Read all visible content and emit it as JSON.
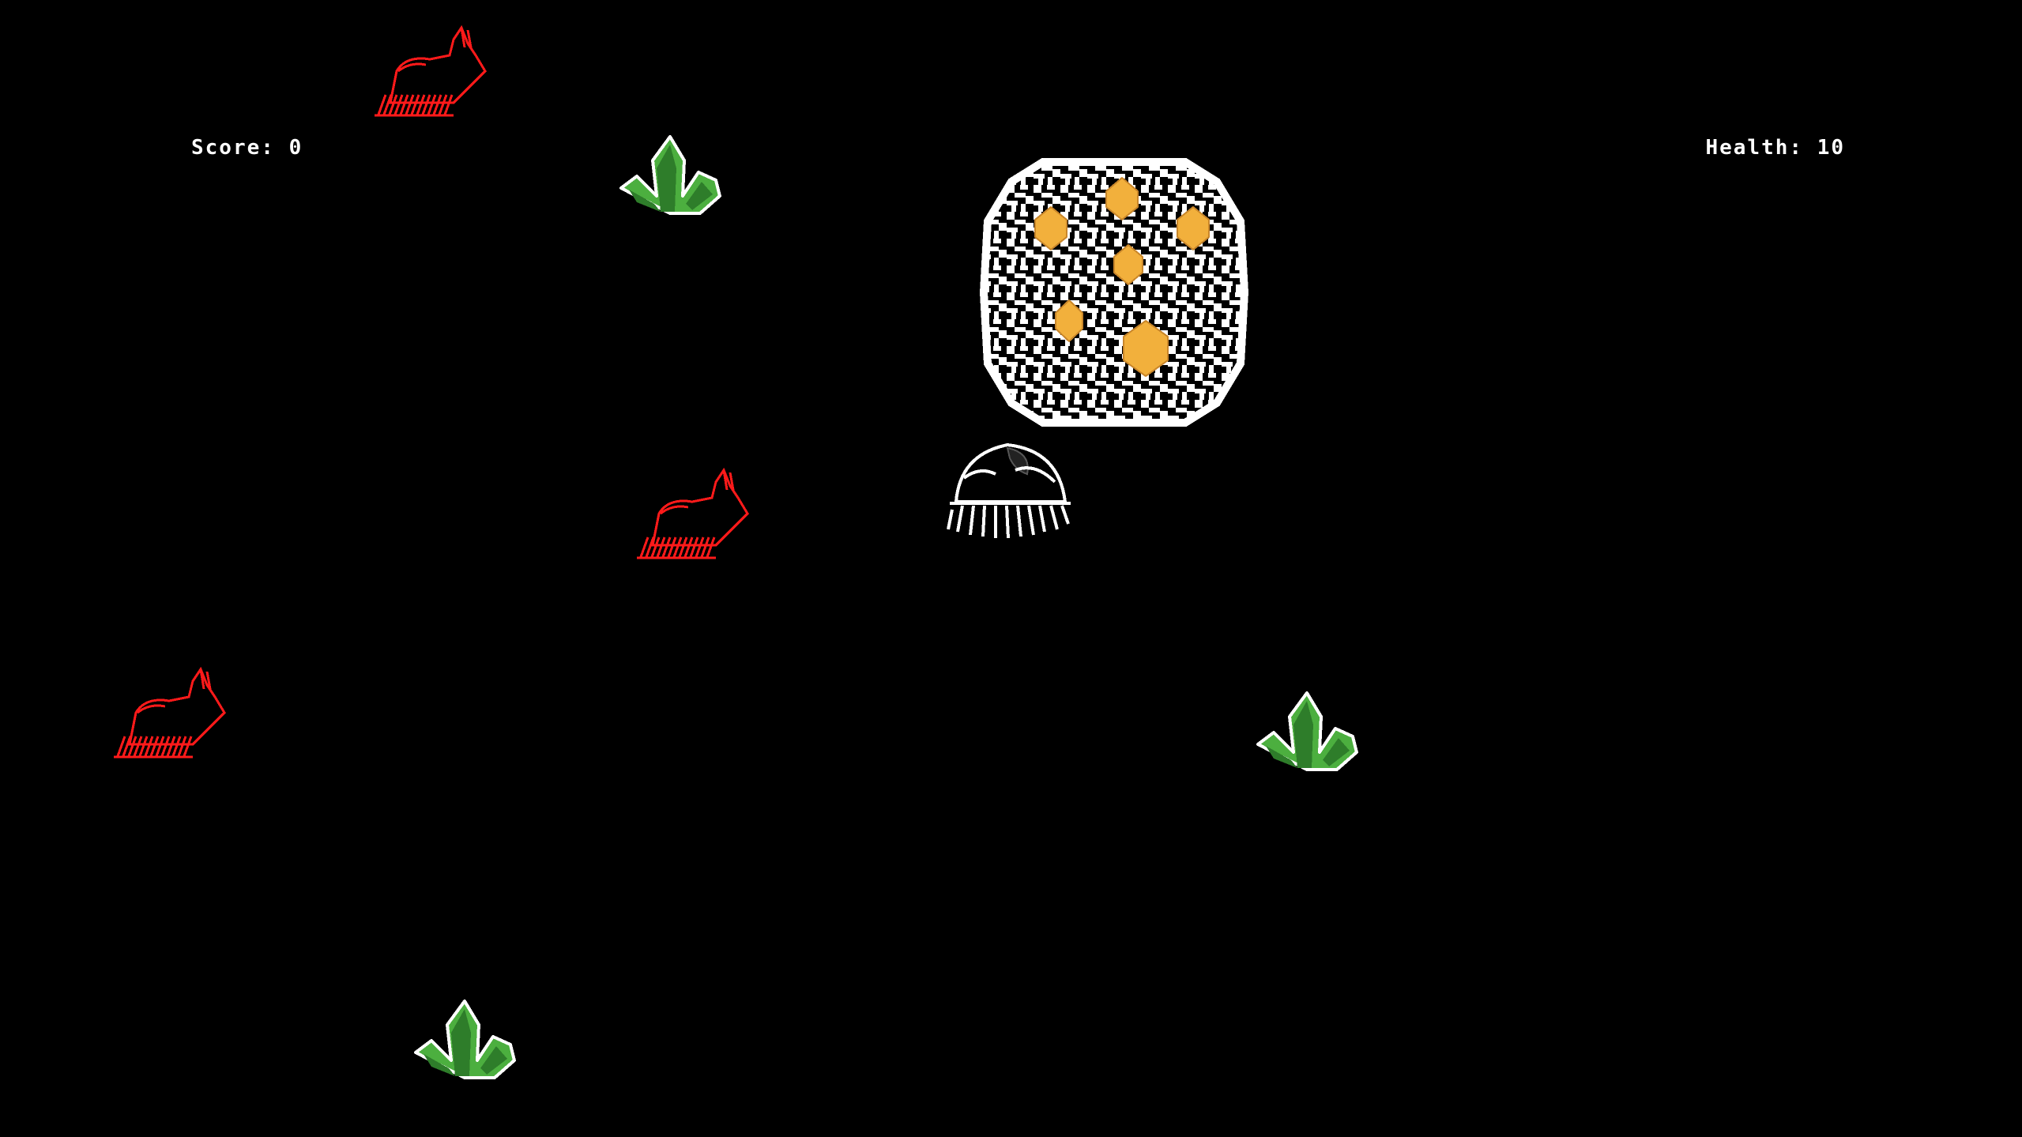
{
  "hud": {
    "score_label": "Score:",
    "score_value": "0",
    "health_label": "Health:",
    "health_value": "10"
  },
  "entities": {
    "rabbits": [
      {
        "name": "rabbit-enemy-1"
      },
      {
        "name": "rabbit-enemy-2"
      },
      {
        "name": "rabbit-enemy-3"
      }
    ],
    "plants": [
      {
        "name": "grass-plant-1"
      },
      {
        "name": "grass-plant-2"
      },
      {
        "name": "grass-plant-3"
      }
    ],
    "nest": {
      "name": "egg-nest"
    },
    "player": {
      "name": "player-shell-creature"
    }
  },
  "colors": {
    "background": "#000000",
    "hud_text": "#ffffff",
    "rabbit": "#ff1a1a",
    "plant_green": "#4caf3f",
    "plant_dark": "#2e7d2a",
    "egg": "#f2b03c",
    "nest": "#ffffff"
  }
}
